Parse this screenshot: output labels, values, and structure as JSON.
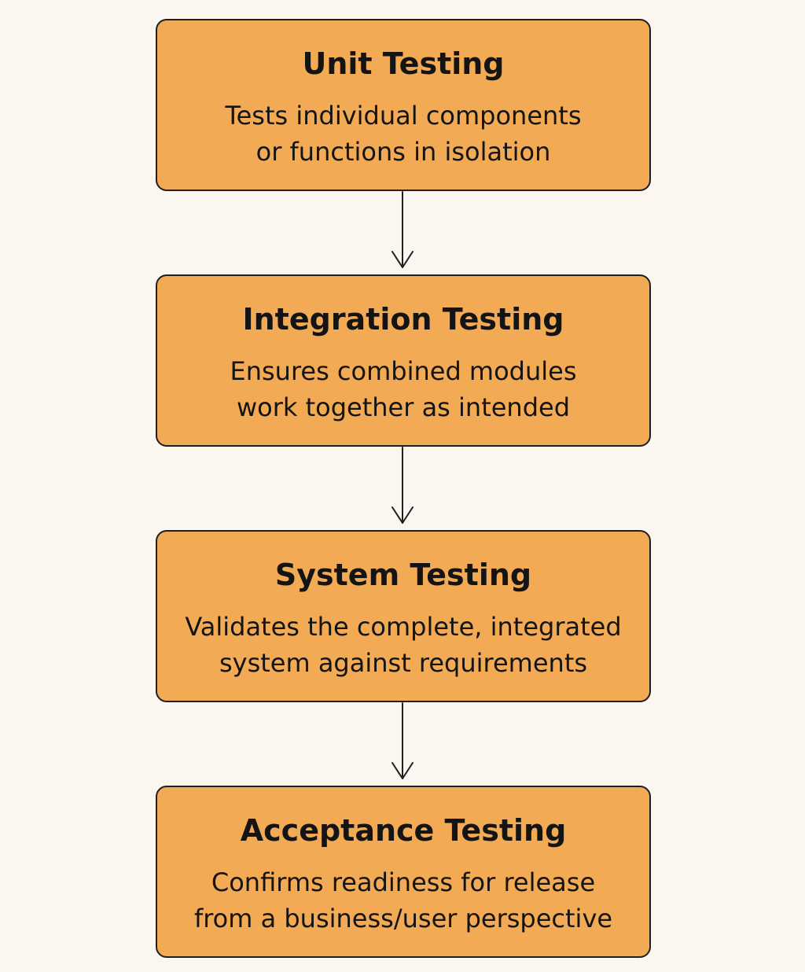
{
  "stages": [
    {
      "title": "Unit Testing",
      "description_lines": [
        "Tests individual components",
        "or functions in isolation"
      ]
    },
    {
      "title": "Integration Testing",
      "description_lines": [
        "Ensures combined modules",
        "work together as intended"
      ]
    },
    {
      "title": "System Testing",
      "description_lines": [
        "Validates the complete, integrated",
        "system against requirements"
      ]
    },
    {
      "title": "Acceptance Testing",
      "description_lines": [
        "Confirms readiness for release",
        "from a business/user perspective"
      ]
    }
  ],
  "colors": {
    "background": "#fbf6f0",
    "box_fill": "#f2aa55",
    "box_border": "#1f1f1f",
    "text": "#141414"
  }
}
